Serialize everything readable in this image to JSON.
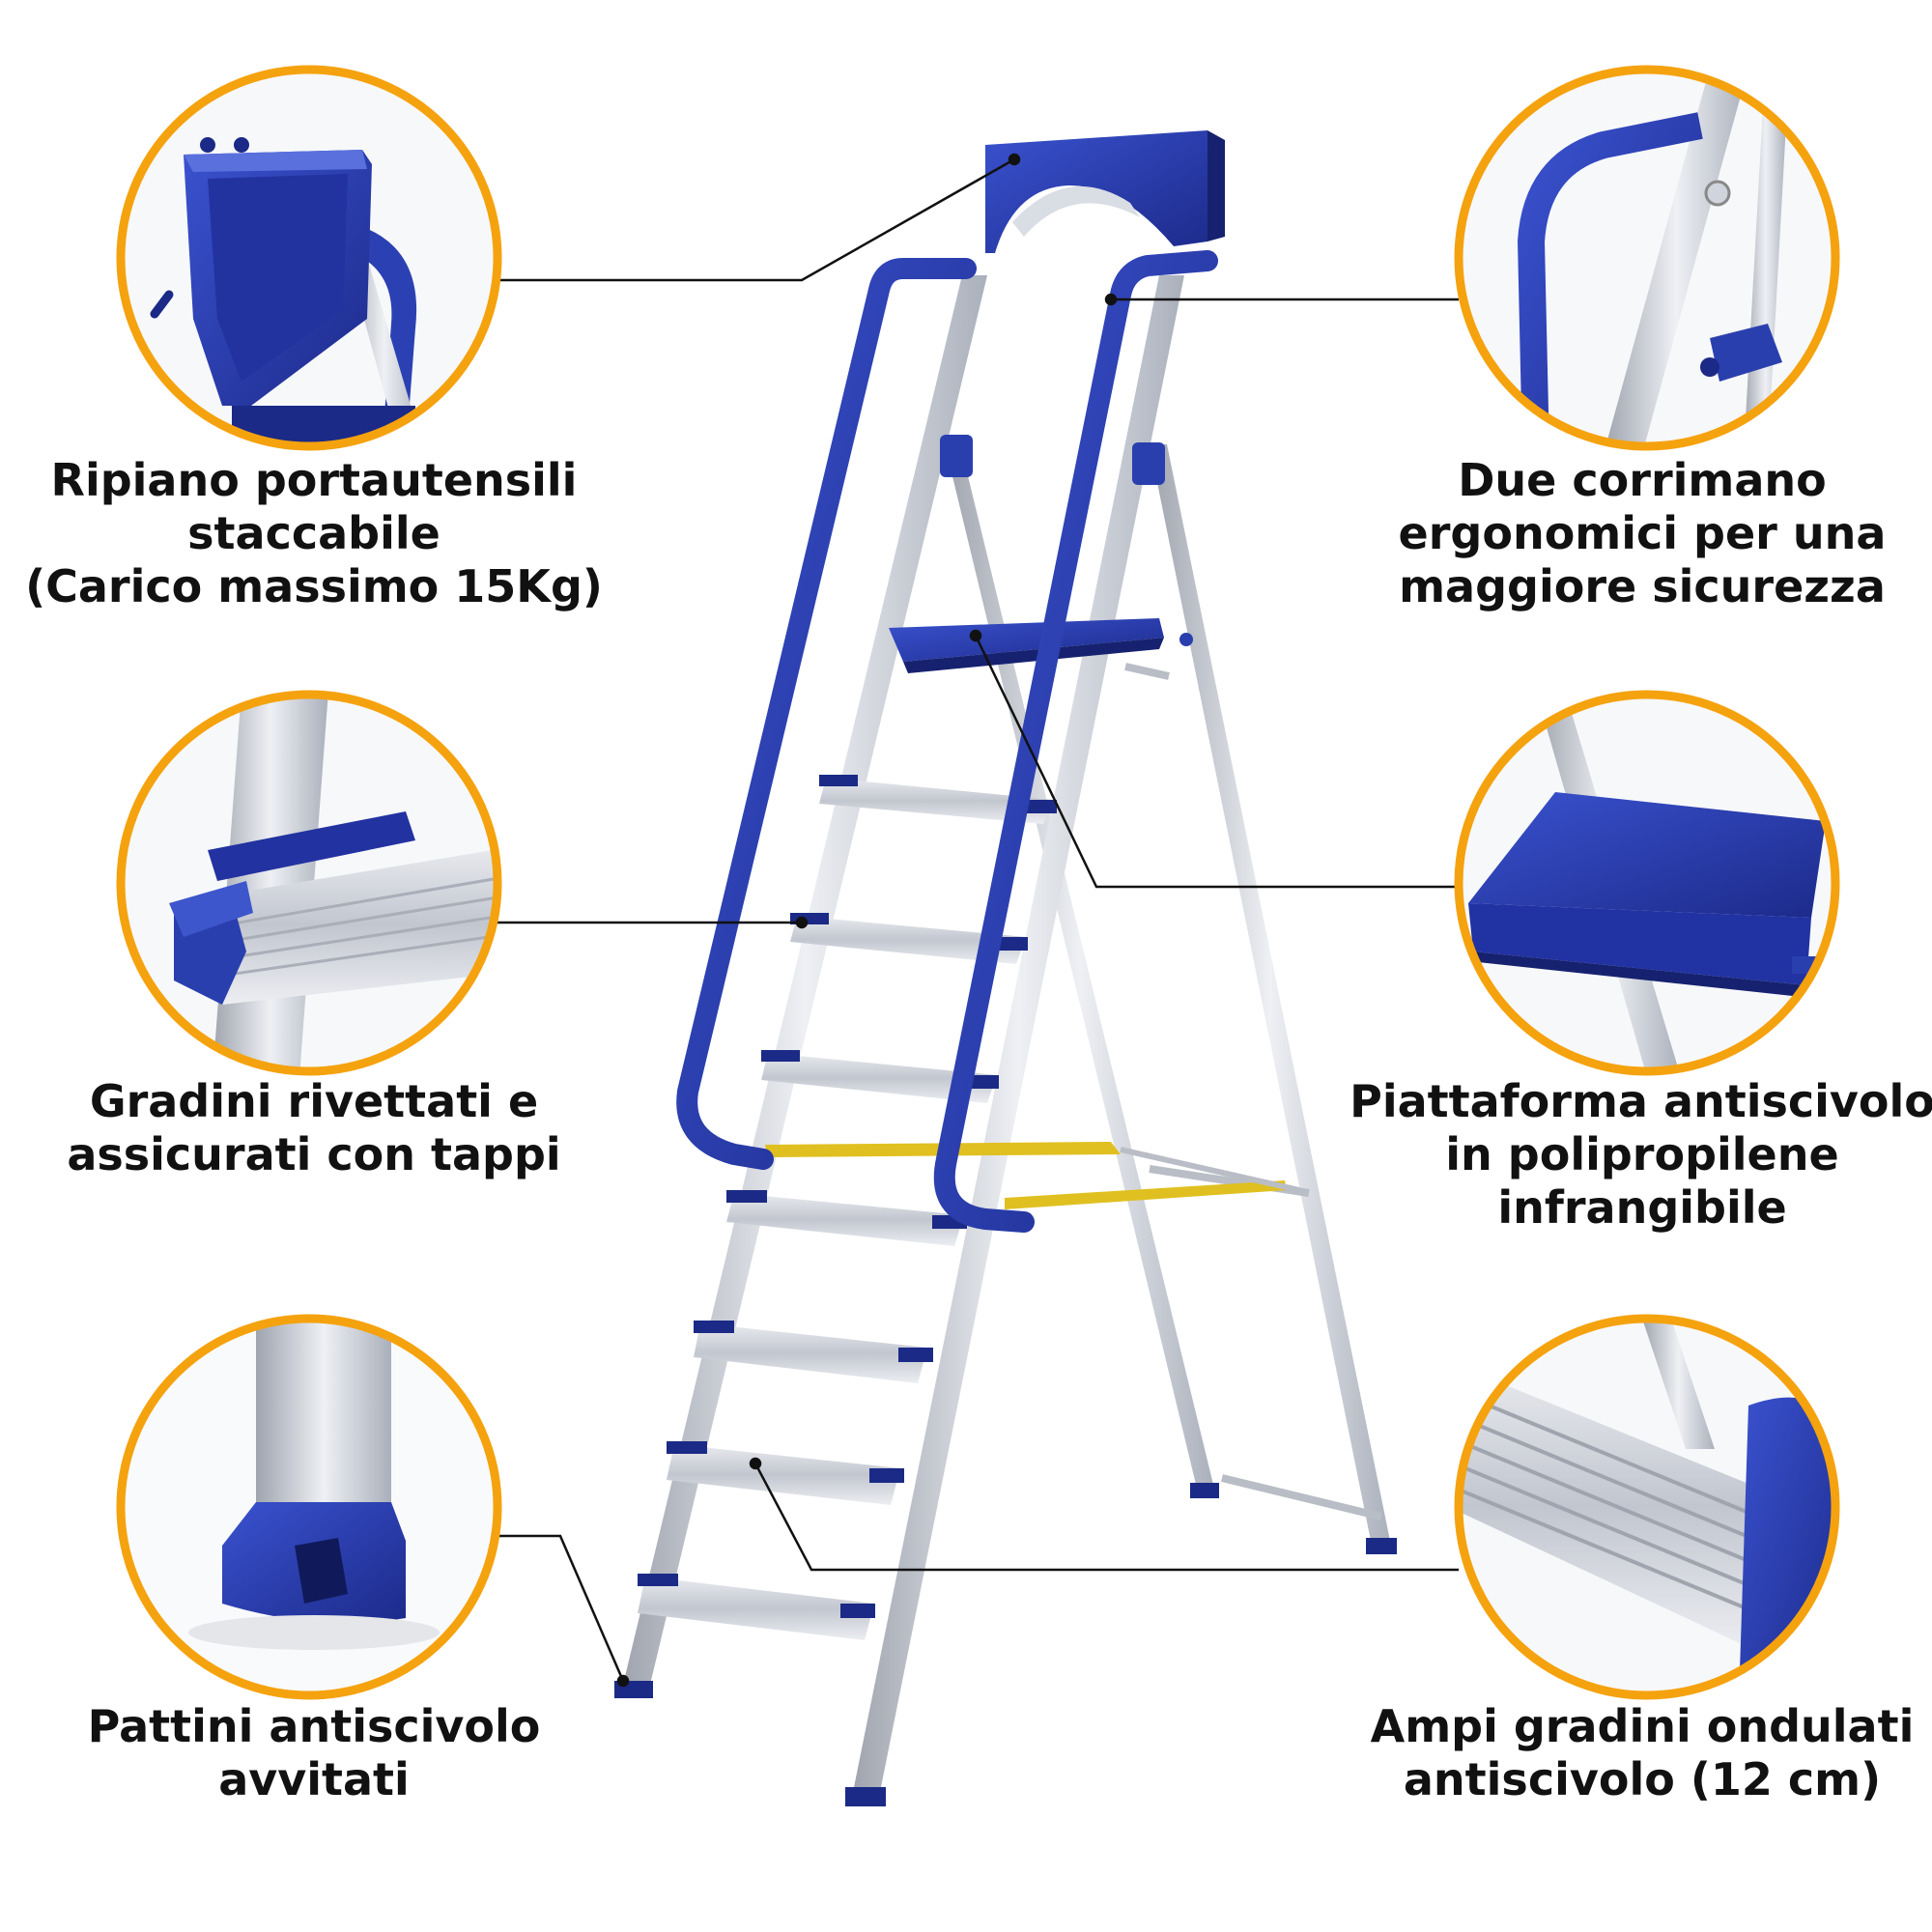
{
  "colors": {
    "accent_ring": "#F5A20F",
    "ladder_blue": "#2A3FAE",
    "ladder_blue_dark": "#1B2A86",
    "aluminium": "#C9CDD6",
    "strap_yellow": "#E0C020",
    "leader_line": "#111111",
    "text": "#111111"
  },
  "callouts": {
    "tool_tray": [
      "Ripiano portautensili",
      "staccabile",
      "(Carico massimo 15Kg)"
    ],
    "handrails": [
      "Due corrimano",
      "ergonomici per una",
      "maggiore sicurezza"
    ],
    "riveted_steps": [
      "Gradini rivettati e",
      "assicurati con tappi"
    ],
    "platform": [
      "Piattaforma antiscivolo",
      "in polipropilene",
      "infrangibile"
    ],
    "feet": [
      "Pattini antiscivolo",
      "avvitati"
    ],
    "wide_steps": [
      "Ampi gradini ondulati",
      "antiscivolo (12 cm)"
    ]
  }
}
